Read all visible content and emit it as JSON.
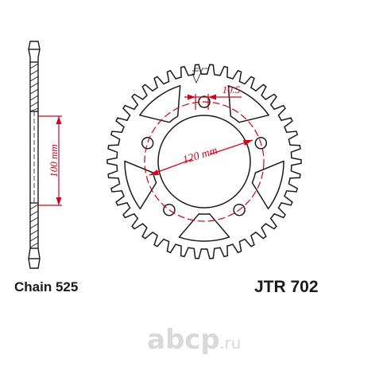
{
  "diagram": {
    "chain_label": "Chain 525",
    "part_number": "JTR 702",
    "dimensions": {
      "height_label": "100 mm",
      "pcd_label": "120 mm",
      "hole_label": "10.5"
    },
    "watermark": {
      "brand": "abcp",
      "tld": ".ru"
    },
    "colors": {
      "outline": "#1a1a1a",
      "dimension": "#d6001c",
      "watermark": "#d9d9d9"
    }
  }
}
